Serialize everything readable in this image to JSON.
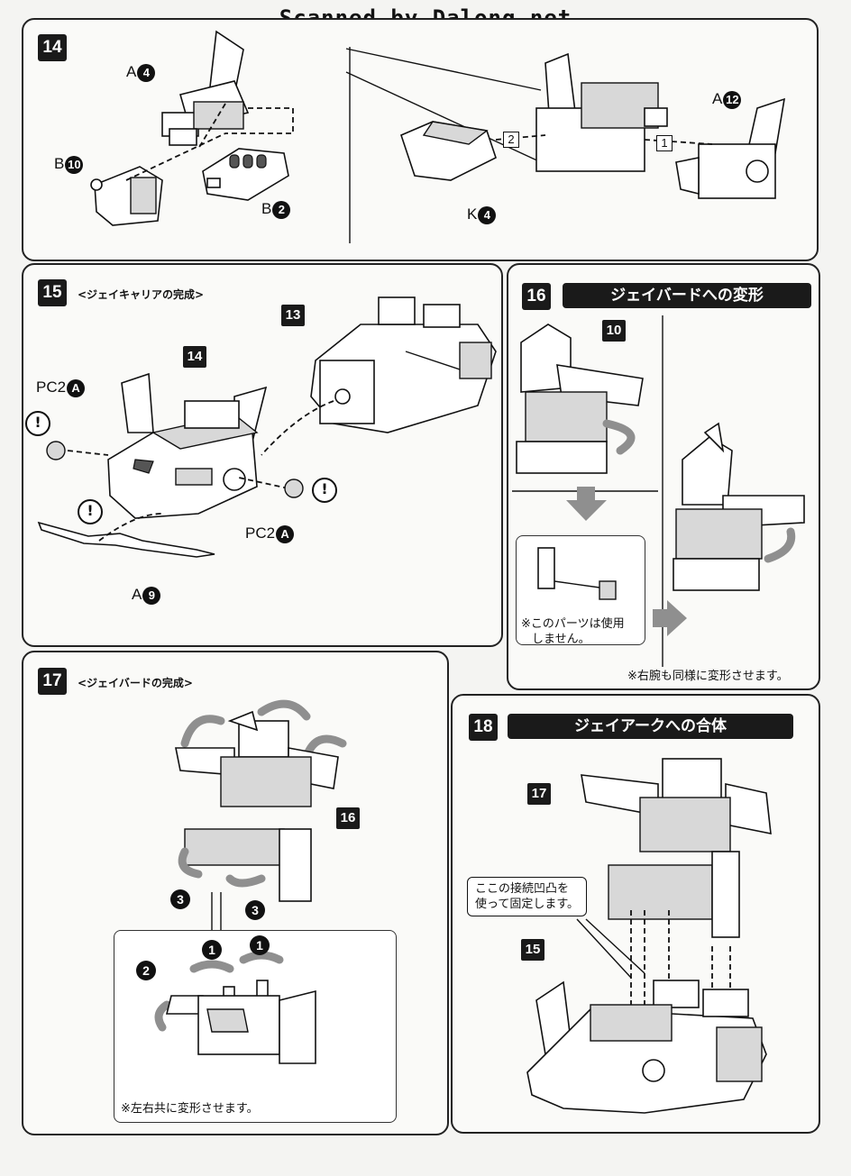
{
  "watermark": "Scanned by Dalong.net",
  "step14": {
    "number": "14",
    "labels": {
      "a4": {
        "letter": "A",
        "num": "4"
      },
      "b10": {
        "letter": "B",
        "num": "10"
      },
      "b2": {
        "letter": "B",
        "num": "2"
      },
      "a12": {
        "letter": "A",
        "num": "12"
      },
      "k4": {
        "letter": "K",
        "num": "4"
      }
    },
    "order": [
      "2",
      "1"
    ]
  },
  "step15": {
    "number": "15",
    "title": "<ジェイキャリアの完成>",
    "refs": [
      "14",
      "13"
    ],
    "labels": {
      "pc2a_left": {
        "letter": "PC2",
        "num": "A"
      },
      "pc2a_right": {
        "letter": "PC2",
        "num": "A"
      },
      "a9": {
        "letter": "A",
        "num": "9"
      }
    },
    "warning_symbol": "!"
  },
  "step16": {
    "number": "16",
    "banner": "ジェイバードへの変形",
    "ref": "10",
    "note_line1": "※このパーツは使用",
    "note_line2": "しません。",
    "footnote": "※右腕も同様に変形させます。"
  },
  "step17": {
    "number": "17",
    "title": "<ジェイバードの完成>",
    "ref": "16",
    "markers": [
      "3",
      "3",
      "1",
      "1",
      "2"
    ],
    "note": "※左右共に変形させます。"
  },
  "step18": {
    "number": "18",
    "banner": "ジェイアークへの合体",
    "refs": [
      "17",
      "15"
    ],
    "callout_line1": "ここの接続凹凸を",
    "callout_line2": "使って固定します。"
  }
}
